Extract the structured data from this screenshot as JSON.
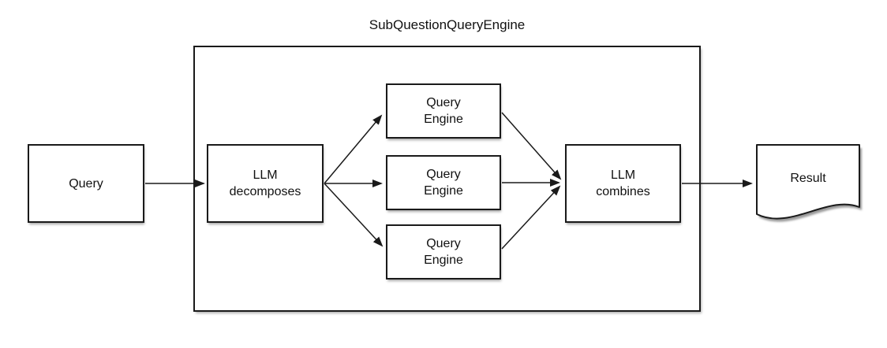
{
  "diagram": {
    "title": "SubQuestionQueryEngine",
    "nodes": {
      "query": {
        "label": "Query"
      },
      "decompose": {
        "line1": "LLM",
        "line2": "decomposes"
      },
      "engine1": {
        "line1": "Query",
        "line2": "Engine"
      },
      "engine2": {
        "line1": "Query",
        "line2": "Engine"
      },
      "engine3": {
        "line1": "Query",
        "line2": "Engine"
      },
      "combine": {
        "line1": "LLM",
        "line2": "combines"
      },
      "result": {
        "label": "Result"
      }
    },
    "colors": {
      "line": "#1a1a1a",
      "background": "#ffffff",
      "text": "#111111"
    }
  }
}
